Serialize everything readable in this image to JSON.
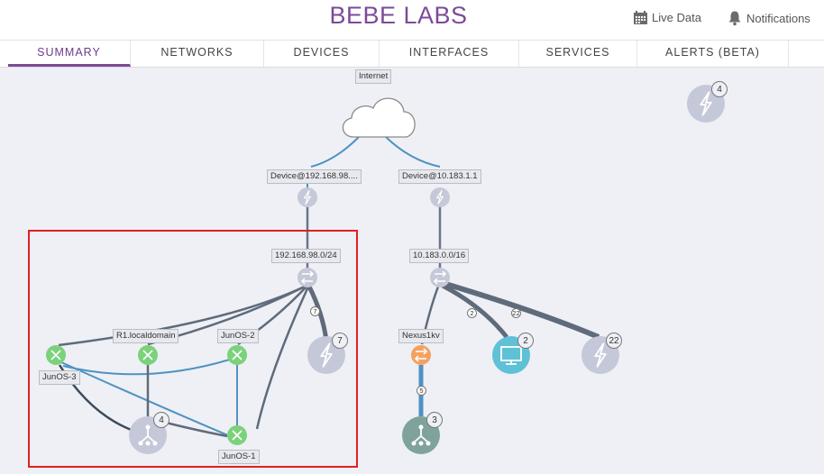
{
  "app": {
    "title": "BEBE LABS"
  },
  "header": {
    "live_data": "Live Data",
    "notifications": "Notifications"
  },
  "tabs": [
    {
      "label": "SUMMARY",
      "active": true
    },
    {
      "label": "NETWORKS"
    },
    {
      "label": "DEVICES"
    },
    {
      "label": "INTERFACES"
    },
    {
      "label": "SERVICES"
    },
    {
      "label": "ALERTS (BETA)"
    }
  ],
  "colors": {
    "accent": "#7d4a99",
    "router": "#7bd27b",
    "switch_orange": "#f4a261",
    "endpoint_blue": "#5fc1d6",
    "host_group": "#7fa39c",
    "node_gray": "#c5c8d8",
    "selection": "#e02020"
  },
  "topology": {
    "labels": {
      "internet": "Internet",
      "device1": "Device@192.168.98....",
      "device2": "Device@10.183.1.1",
      "net1": "192.168.98.0/24",
      "net2": "10.183.0.0/16",
      "r1": "R1.localdomain",
      "junos2": "JunOS-2",
      "junos3": "JunOS-3",
      "junos1": "JunOS-1",
      "nexus": "Nexus1kv"
    },
    "badges": {
      "unmanaged_top": "4",
      "unmanaged_net1": "7",
      "hosts_left": "4",
      "monitor": "2",
      "unmanaged_net2": "22",
      "hosts_right": "3"
    },
    "edge_counts": {
      "net1_unmanaged": "7",
      "net2_monitor": "2",
      "net2_unmanaged": "22",
      "nexus_hosts": "5"
    }
  }
}
